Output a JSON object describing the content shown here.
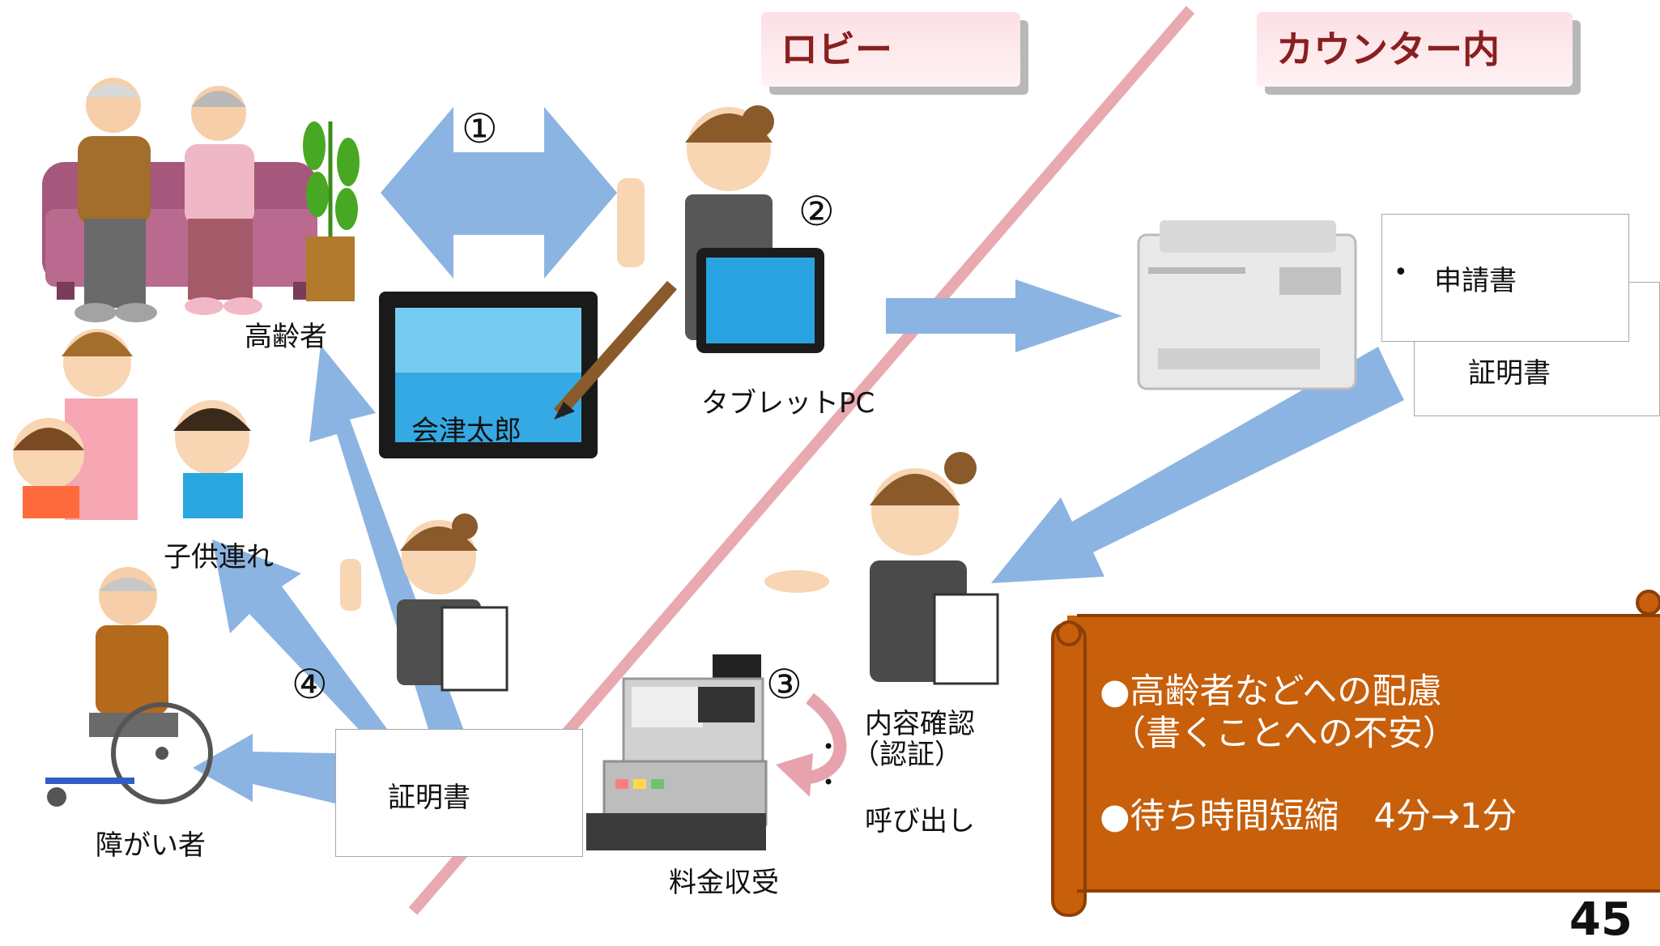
{
  "headers": {
    "lobby": "ロビー",
    "counter_inside": "カウンター内"
  },
  "steps": {
    "s1": "①",
    "s2": "②",
    "s3": "③",
    "s4": "④"
  },
  "labels": {
    "elderly": "高齢者",
    "with_children": "子供連れ",
    "disabled": "障がい者",
    "tablet_pc": "タブレットPC",
    "payment": "料金収受",
    "content_check": "内容確認",
    "authentication": "（認証）",
    "call_out": "呼び出し"
  },
  "tablet_signature": "会津太郎",
  "printer_docs": {
    "bullet": "•",
    "application": "申請書",
    "certificate": "証明書"
  },
  "lobby_doc": {
    "certificate": "証明書"
  },
  "bullets": {
    "b1": "•",
    "b2": "•"
  },
  "scroll_box": {
    "line1": "●高齢者などへの配慮",
    "line2": "（書くことへの不安）",
    "line3": "●待ち時間短縮　4分→1分"
  },
  "page_number": "45",
  "colors": {
    "arrow_blue": "#8cb4e2",
    "divider_pink": "#e8a9b0",
    "header_text": "#8a1f20",
    "scroll_fill": "#c75f0b",
    "scroll_edge": "#8d3f06"
  }
}
